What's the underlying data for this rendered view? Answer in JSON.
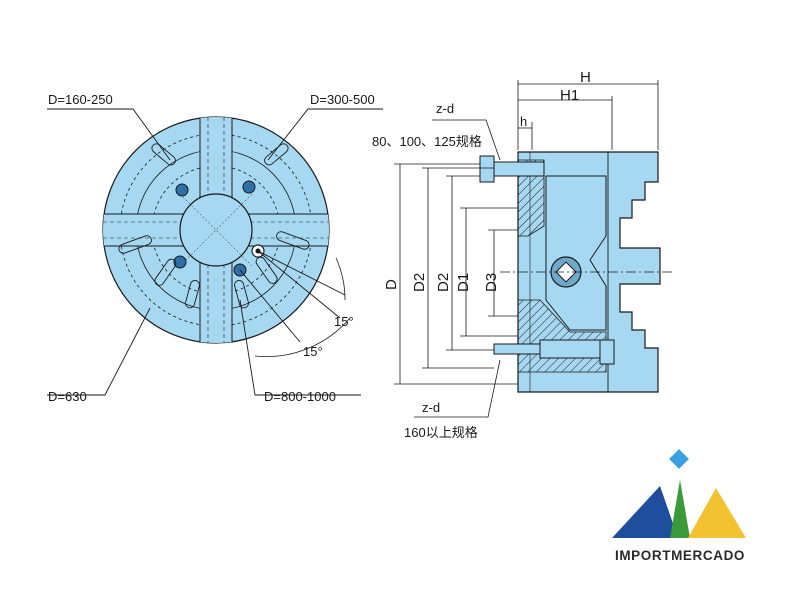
{
  "front_view": {
    "labels": {
      "d160_250": "D=160-250",
      "d300_500": "D=300-500",
      "d630": "D=630",
      "d800_1000": "D=800-1000",
      "angle_a": "15°",
      "angle_b": "15°"
    }
  },
  "side_view": {
    "labels": {
      "H": "H",
      "H1": "H1",
      "h": "h",
      "zd_top": "z-d",
      "spec_top": "80、100、125规格",
      "zd_bottom": "z-d",
      "spec_bottom": "160以上规格",
      "D": "D",
      "D2_outer": "D2",
      "D2_inner": "D2",
      "D1": "D1",
      "D3": "D3"
    }
  },
  "brand": {
    "name": "IMPORTMERCADO",
    "colors": {
      "blue": "#1f4e9c",
      "green": "#3a9a3a",
      "yellow": "#f2c230",
      "diamond": "#3aa0e0"
    }
  },
  "colors": {
    "fill": "#a6d8f2",
    "line": "#1a1a1a",
    "dark": "#6ea9cc"
  }
}
